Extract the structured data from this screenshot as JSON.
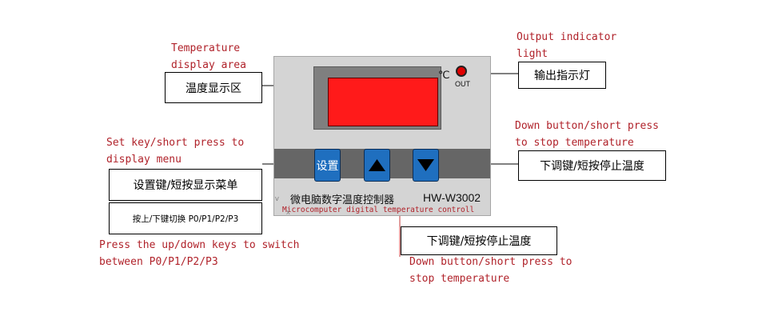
{
  "annotations": {
    "display_area_en": "Temperature\ndisplay area",
    "display_area_cn": "温度显示区",
    "output_light_en": "Output indicator\nlight",
    "output_light_cn": "输出指示灯",
    "down_button_right_en": "Down button/short press\nto stop temperature",
    "down_button_right_cn": "下调键/短按停止温度",
    "set_key_en": "Set key/short press to\ndisplay menu",
    "set_key_cn": "设置键/短按显示菜单",
    "switch_cn": "按上/下键切换 P0/P1/P2/P3",
    "switch_en": "Press the up/down keys to switch\nbetween P0/P1/P2/P3",
    "down_button_bottom_cn": "下调键/短按停止温度",
    "down_button_bottom_en": "Down button/short press to\nstop temperature"
  },
  "device": {
    "celsius": "℃",
    "out_label": "OUT",
    "set_button_label": "设置",
    "name_cn": "微电脑数字温度控制器",
    "model": "HW-W3002",
    "caption_en": "Microcomputer digital temperature controll",
    "tick_v": "V",
    "tick_x": "X",
    "up_icon": "up-triangle",
    "down_icon": "down-triangle",
    "screen_color": "#ff1a1a",
    "led_color": "#e00000",
    "button_color": "#1f6fbf",
    "annotation_color": "#b0222a"
  }
}
